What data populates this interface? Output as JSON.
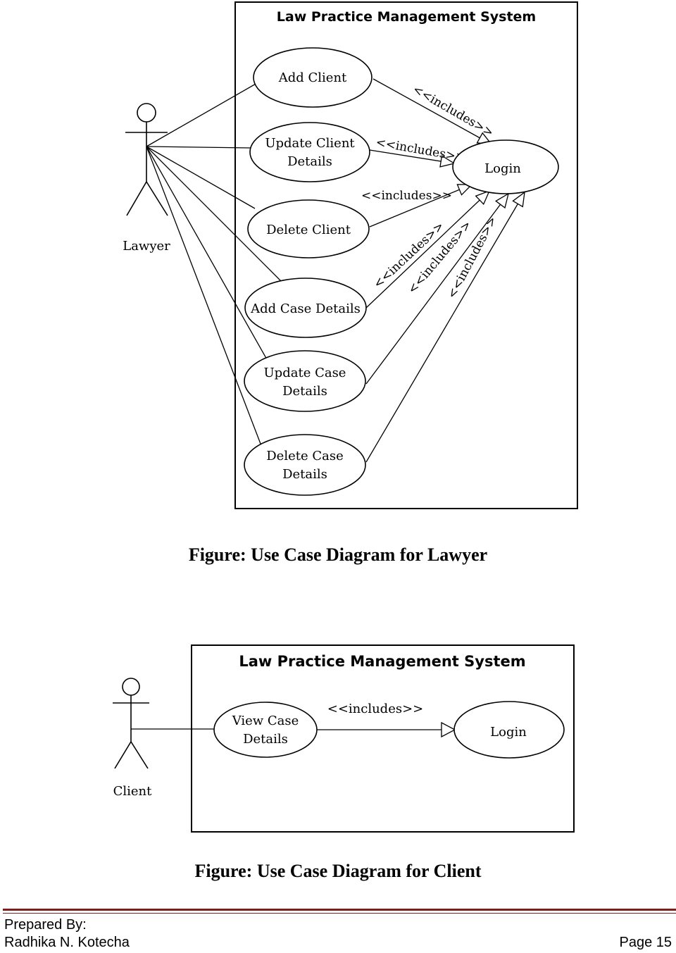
{
  "diagram1": {
    "system_title": "Law Practice Management System",
    "actor": "Lawyer",
    "use_cases": [
      [
        "Add Client"
      ],
      [
        "Update Client",
        "Details"
      ],
      [
        "Delete Client"
      ],
      [
        "Add Case Details"
      ],
      [
        "Update Case",
        "Details"
      ],
      [
        "Delete Case",
        "Details"
      ]
    ],
    "target_use_case": "Login",
    "relation_label": "<<includes>>",
    "caption": "Figure: Use Case Diagram for Lawyer"
  },
  "diagram2": {
    "system_title": "Law Practice Management System",
    "actor": "Client",
    "use_case": [
      "View Case",
      "Details"
    ],
    "target_use_case": "Login",
    "relation_label": "<<includes>>",
    "caption": "Figure: Use Case Diagram for Client"
  },
  "footer": {
    "prepared_by": "Prepared By:",
    "author": "Radhika N. Kotecha",
    "page": "Page 15",
    "rule_color": "#7b1e1e"
  }
}
